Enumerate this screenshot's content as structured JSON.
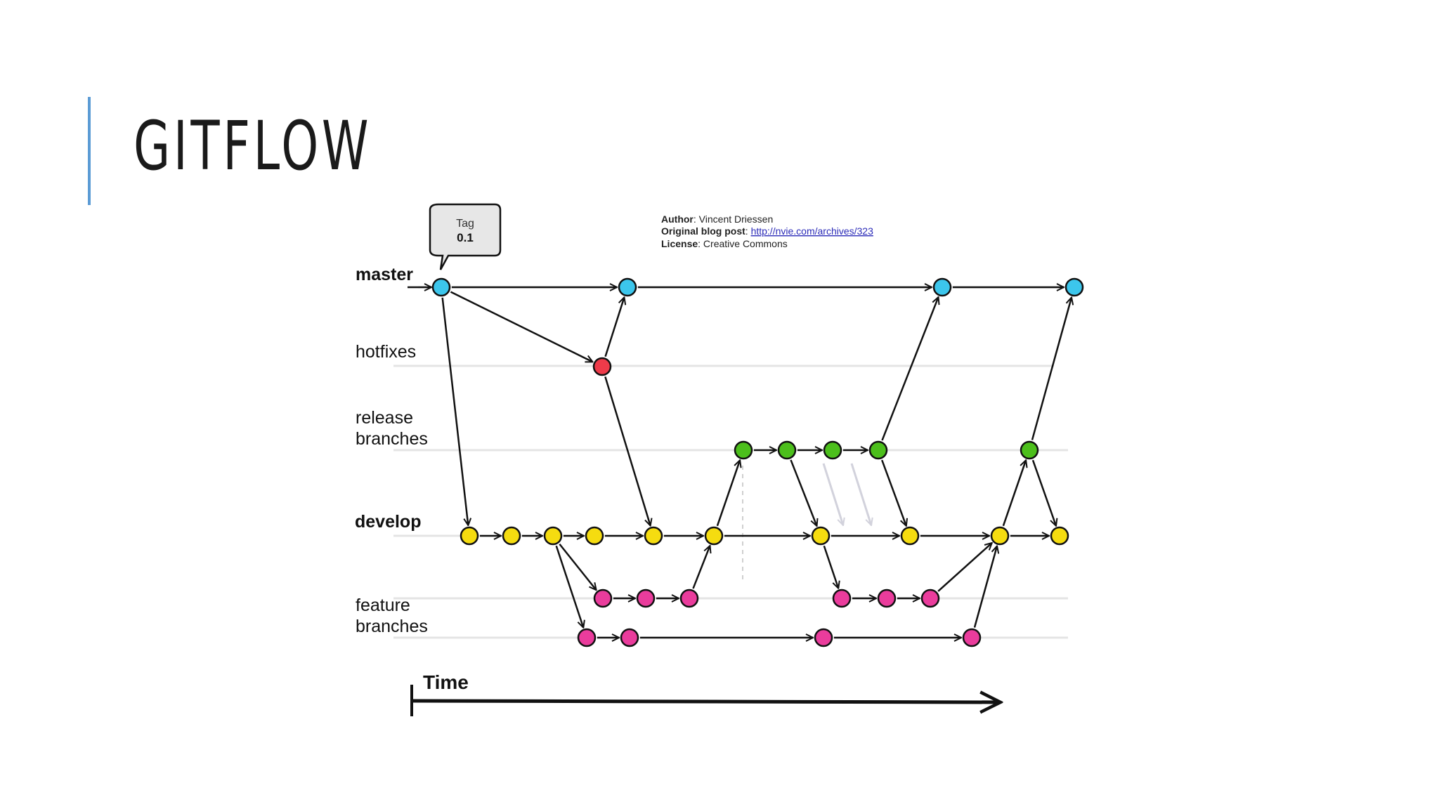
{
  "slide": {
    "title": "GITFLOW"
  },
  "colors": {
    "master": "#3cc6ec",
    "hotfix": "#ee3b4a",
    "release": "#4cbf1c",
    "develop": "#f5dc10",
    "feature": "#ea3c9c",
    "accent": "#5b9bd5"
  },
  "diagram": {
    "tag": {
      "line1": "Tag",
      "line2": "0.1"
    },
    "credits": {
      "author_label": "Author",
      "author_value": ": Vincent Driessen",
      "blog_label": "Original blog post",
      "blog_sep": ": ",
      "blog_url": "http://nvie.com/archives/323",
      "license_label": "License",
      "license_value": ": Creative Commons"
    },
    "lanes": {
      "master": "master",
      "hotfixes": "hotfixes",
      "release_1": "release",
      "release_2": "branches",
      "develop": "develop",
      "feature_1": "feature",
      "feature_2": "branches"
    },
    "time_label": "Time"
  }
}
